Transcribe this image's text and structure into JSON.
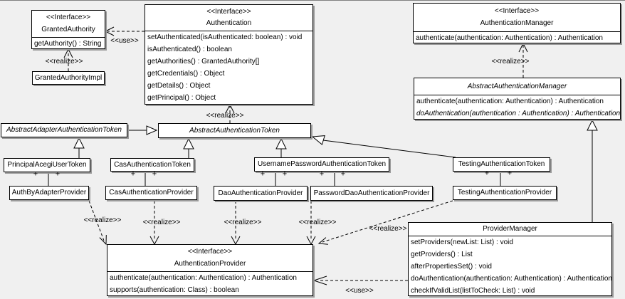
{
  "colors": {
    "background": "#f0f0f0",
    "box_fill": "#ffffff",
    "line": "#000000",
    "shadow": "#9a9a9a",
    "text": "#000000"
  },
  "labels": {
    "realize": "<<realize>>",
    "use": "<<use>>",
    "plus": "+"
  },
  "classes": {
    "granted_authority": {
      "stereotype": "<<Interface>>",
      "title": "GrantedAuthority",
      "methods": [
        "getAuthority() : String"
      ]
    },
    "granted_authority_impl": {
      "title": "GrantedAuthorityImpl"
    },
    "authentication": {
      "stereotype": "<<Interface>>",
      "title": "Authentication",
      "methods": [
        "setAuthenticated(isAuthenticated: boolean) : void",
        "isAuthenticated() : boolean",
        "getAuthorities() : GrantedAuthority[]",
        "getCredentials() : Object",
        "getDetails() : Object",
        "getPrincipal() : Object"
      ]
    },
    "authentication_manager": {
      "stereotype": "<<Interface>>",
      "title": "AuthenticationManager",
      "methods": [
        "authenticate(authentication: Authentication) : Authentication"
      ]
    },
    "abstract_authentication_manager": {
      "title": "AbstractAuthenticationManager",
      "methods": [
        "authenticate(authentication: Authentication) : Authentication",
        "doAuthentication(authentication : Authentication) : Authentication"
      ]
    },
    "abstract_adapter_authentication_token": {
      "title": "AbstractAdapterAuthenticationToken"
    },
    "abstract_authentication_token": {
      "title": "AbstractAuthenticationToken"
    },
    "principal_acegi_user_token": {
      "title": "PrincipalAcegiUserToken"
    },
    "cas_authentication_token": {
      "title": "CasAuthenticationToken"
    },
    "username_password_authentication_token": {
      "title": "UsernamePasswordAuthenticationToken"
    },
    "testing_authentication_token": {
      "title": "TestingAuthenticationToken"
    },
    "auth_by_adapter_provider": {
      "title": "AuthByAdapterProvider"
    },
    "cas_authentication_provider": {
      "title": "CasAuthenticationProvider"
    },
    "dao_authentication_provider": {
      "title": "DaoAuthenticationProvider"
    },
    "password_dao_authentication_provider": {
      "title": "PasswordDaoAuthenticationProvider"
    },
    "testing_authentication_provider": {
      "title": "TestingAuthenticationProvider"
    },
    "authentication_provider": {
      "stereotype": "<<Interface>>",
      "title": "AuthenticationProvider",
      "methods": [
        "authenticate(authentication: Authentication) : Authentication",
        "supports(authentication: Class) : boolean"
      ]
    },
    "provider_manager": {
      "title": "ProviderManager",
      "methods": [
        "setProviders(newList: List) : void",
        "getProviders() : List",
        "afterPropertiesSet() : void",
        "doAuthentication(authentication: Authentication) : Authentication",
        "checkIfValidList(listToCheck: List) : void"
      ]
    }
  }
}
